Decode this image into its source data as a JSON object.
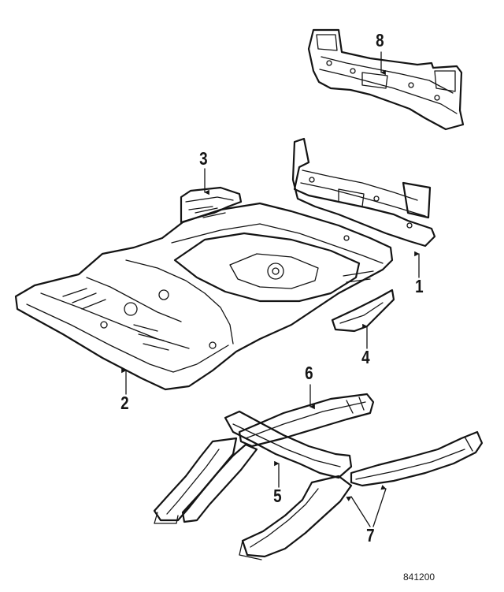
{
  "diagram": {
    "callouts": [
      {
        "id": "1",
        "label": "1"
      },
      {
        "id": "2",
        "label": "2"
      },
      {
        "id": "3",
        "label": "3"
      },
      {
        "id": "4",
        "label": "4"
      },
      {
        "id": "5",
        "label": "5"
      },
      {
        "id": "6",
        "label": "6"
      },
      {
        "id": "7",
        "label": "7"
      },
      {
        "id": "8",
        "label": "8"
      }
    ],
    "reference_code": "841200",
    "colors": {
      "line": "#141414",
      "background": "#ffffff"
    }
  }
}
